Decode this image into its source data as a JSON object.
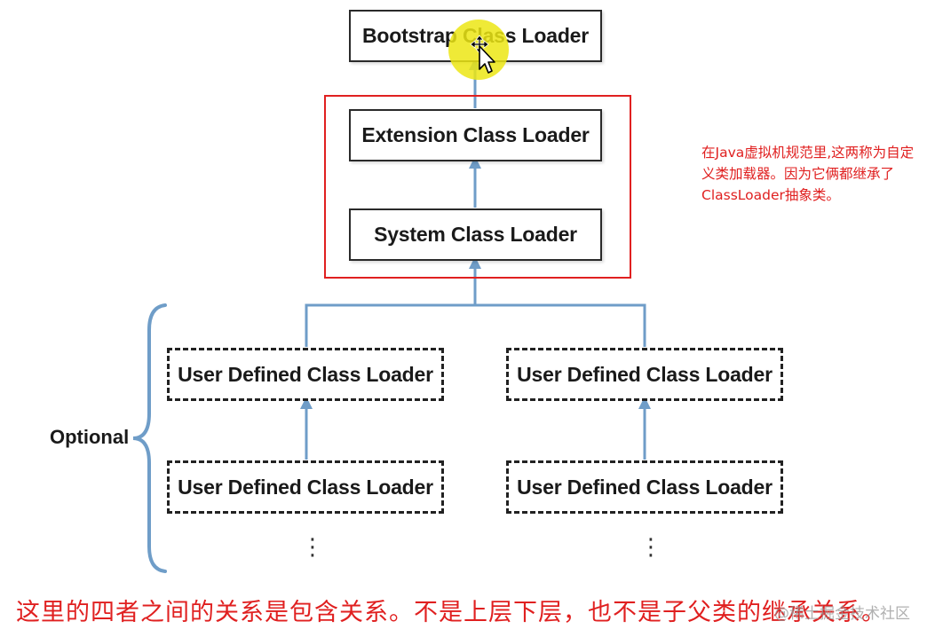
{
  "colors": {
    "connector": "#6f9dc8",
    "highlight_frame": "#e02020",
    "note_text": "#e02020",
    "cursor_highlight": "#ece614"
  },
  "nodes": {
    "bootstrap": "Bootstrap Class Loader",
    "extension": "Extension Class Loader",
    "system": "System Class Loader",
    "user_left_top": "User Defined Class Loader",
    "user_left_bottom": "User Defined Class Loader",
    "user_right_top": "User Defined Class Loader",
    "user_right_bottom": "User Defined Class Loader"
  },
  "optional_label": "Optional",
  "continuation": "⋮",
  "note": "在Java虚拟机规范里,这两称为自定义类加载器。因为它俩都继承了ClassLoader抽象类。",
  "caption": "这里的四者之间的关系是包含关系。不是上层下层，也不是子父类的继承关系。",
  "watermark": "@稀土掘金技术社区",
  "cursor_icon": "move-cursor-icon"
}
